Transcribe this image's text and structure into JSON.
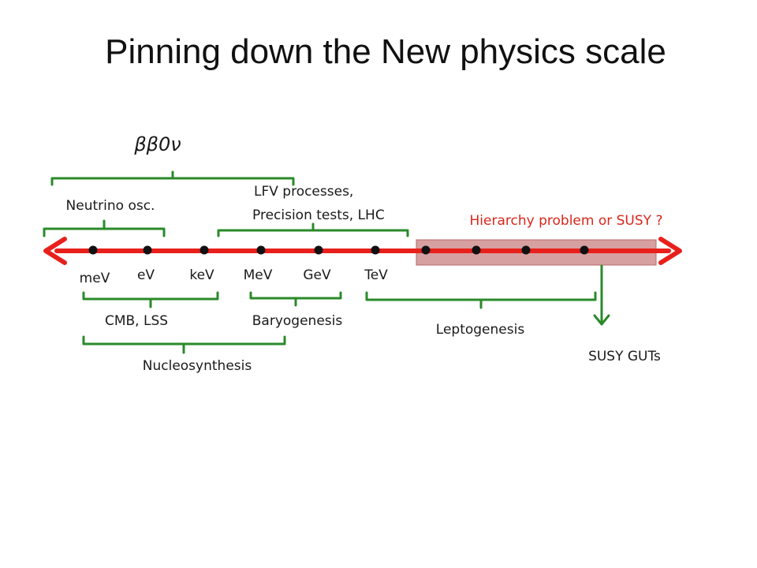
{
  "title": "Pinning down the New physics scale",
  "beta_label": "ββ0ν",
  "scale_ticks": [
    "meV",
    "eV",
    "keV",
    "MeV",
    "GeV",
    "TeV"
  ],
  "brackets_above": {
    "neutrino_osc": "Neutrino osc.",
    "lfv_line1": "LFV processes,",
    "lfv_line2": "Precision tests, LHC",
    "hierarchy": "Hierarchy problem or SUSY ?"
  },
  "brackets_below": {
    "cmb_lss": "CMB, LSS",
    "baryogenesis": "Baryogenesis",
    "nucleosynthesis": "Nucleosynthesis",
    "leptogenesis": "Leptogenesis",
    "susy_guts": "SUSY GUTs"
  },
  "colors": {
    "axis": "#e8201c",
    "bracket": "#2a8a2a",
    "hierarchy_text": "#d9261c",
    "highlight_box": "#c98080",
    "dot": "#111111"
  }
}
